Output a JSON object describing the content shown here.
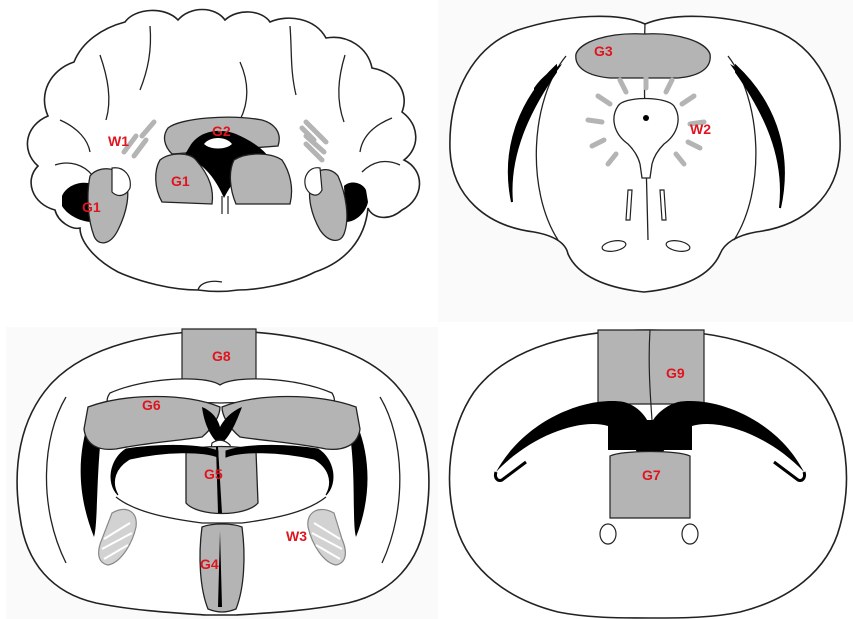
{
  "colors": {
    "label": "#e0141e",
    "grey_region": "#b4b4b4",
    "ventricle": "#000000",
    "outline": "#222222",
    "background": "#ffffff"
  },
  "panels": [
    {
      "id": "top-left",
      "labels": [
        "W1",
        "G2",
        "G1",
        "G1"
      ]
    },
    {
      "id": "top-right",
      "labels": [
        "G3",
        "W2"
      ]
    },
    {
      "id": "bottom-left",
      "labels": [
        "G8",
        "G6",
        "G5",
        "W3",
        "G4"
      ]
    },
    {
      "id": "bottom-right",
      "labels": [
        "G9",
        "G7"
      ]
    }
  ]
}
